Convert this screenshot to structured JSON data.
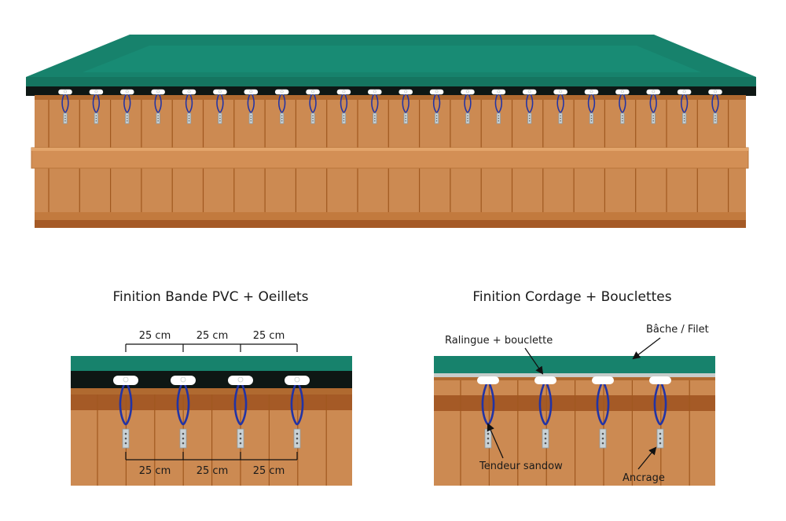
{
  "colors": {
    "cover": "#17826c",
    "cover_dark": "#126b59",
    "cover_rim": "#1d8c74",
    "band": "#0e1714",
    "wood": "#cc8a52",
    "wood_light": "#d99a5e",
    "wood_dark": "#a55a26",
    "plank_line": "#a0581f",
    "cord": "#2233a5",
    "eyelet": "#ffffff",
    "bracket": "#c9d2d6",
    "rope": "#c7ccca"
  },
  "left_panel": {
    "title": "Finition Bande PVC + Oeillets",
    "top_spacings": [
      "25 cm",
      "25 cm",
      "25 cm"
    ],
    "bottom_spacings": [
      "25 cm",
      "25 cm",
      "25 cm"
    ]
  },
  "right_panel": {
    "title": "Finition Cordage + Bouclettes",
    "labels": {
      "cover": "Bâche / Filet",
      "rope": "Ralingue + bouclette",
      "sandow": "Tendeur sandow",
      "anchor": "Ancrage"
    }
  },
  "top_illustration": {
    "fastener_count": 22
  }
}
